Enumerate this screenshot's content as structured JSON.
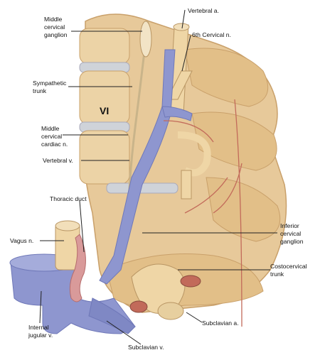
{
  "labels": {
    "middle_cervical_ganglion": [
      "Middle",
      "cervical",
      "ganglion"
    ],
    "vertebral_artery": "Vertebral a.",
    "sixth_cervical_nerve": "6th Cervical n.",
    "sympathetic_trunk": [
      "Sympathetic",
      "trunk"
    ],
    "vertebra_vi": "VI",
    "middle_cervical_cardiac_nerve": [
      "Middle",
      "cervical",
      "cardiac n."
    ],
    "vertebral_vein": "Vertebral v.",
    "thoracic_duct": "Thoracic duct",
    "vagus_nerve": "Vagus n.",
    "inferior_cervical_ganglion": [
      "Inferior",
      "cervical",
      "ganglion"
    ],
    "costocervical_trunk": [
      "Costocervical",
      "trunk"
    ],
    "internal_jugular_vein": [
      "Internal",
      "jugular v."
    ],
    "subclavian_artery": "Subclavian a.",
    "subclavian_vein": "Subclavian v."
  },
  "colors": {
    "bone": "#e7c99a",
    "bone_shadow": "#c9a06a",
    "vein": "#8e96cf",
    "vein_dark": "#6f78b8",
    "artery_nerve": "#efd6a6",
    "vessel_red": "#c26a5a",
    "duct": "#d99a9a",
    "leader_line": "#222222"
  }
}
